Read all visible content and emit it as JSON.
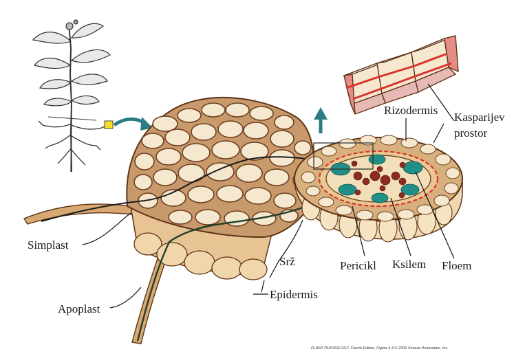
{
  "labels": {
    "rizodermis": "Rizodermis",
    "kasparijev_line1": "Kasparijev",
    "kasparijev_line2": "prostor",
    "simplast": "Simplast",
    "apoplast": "Apoplast",
    "srz": "Srž",
    "pericikl": "Pericikl",
    "ksilem": "Ksilem",
    "floem": "Floem",
    "epidermis": "Epidermis"
  },
  "credit": "PLANT PHYSIOLOGY, Fourth Edition, Figure 4.4 © 2006 Sinauer Associates, Inc.",
  "colors": {
    "cell_fill": "#f6e7cf",
    "cell_wall": "#c89a6b",
    "outline": "#5e3417",
    "xylem": "#8e2a1f",
    "phloem": "#1f8f88",
    "casparian_band": "#d9332b",
    "arrow": "#2a7d84",
    "leaf": "#e9e9e9"
  }
}
